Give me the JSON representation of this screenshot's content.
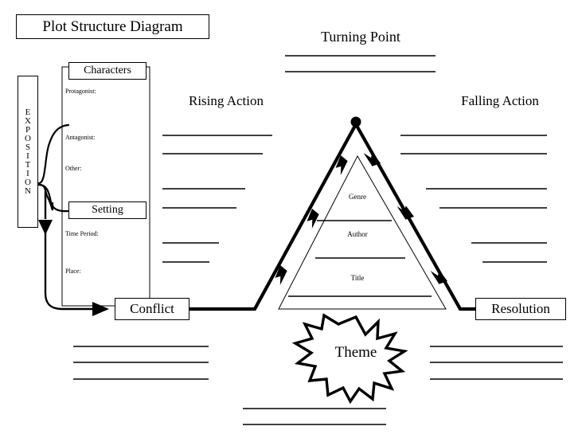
{
  "title": "Plot Structure Diagram",
  "exposition": {
    "vertical_label": "EXPOSITION",
    "letters": [
      "E",
      "X",
      "P",
      "O",
      "S",
      "I",
      "T",
      "I",
      "O",
      "N"
    ],
    "characters_box": "Characters",
    "setting_box": "Setting",
    "fields": [
      "Protagonist:",
      "Antagonist:",
      "Other:",
      "Time Period:",
      "Place:"
    ]
  },
  "stages": {
    "conflict": "Conflict",
    "rising_action": "Rising Action",
    "turning_point": "Turning Point",
    "falling_action": "Falling Action",
    "resolution": "Resolution"
  },
  "triangle": {
    "genre": "Genre",
    "author": "Author",
    "title": "Title"
  },
  "theme": {
    "label": "Theme"
  },
  "write_lines": {
    "turning_point_count": 2,
    "rising_action_count": 6,
    "falling_action_count": 6,
    "conflict_count": 3,
    "resolution_count": 3,
    "theme_count": 2,
    "triangle_count": 3
  },
  "colors": {
    "ink": "#000000",
    "paper": "#ffffff"
  }
}
